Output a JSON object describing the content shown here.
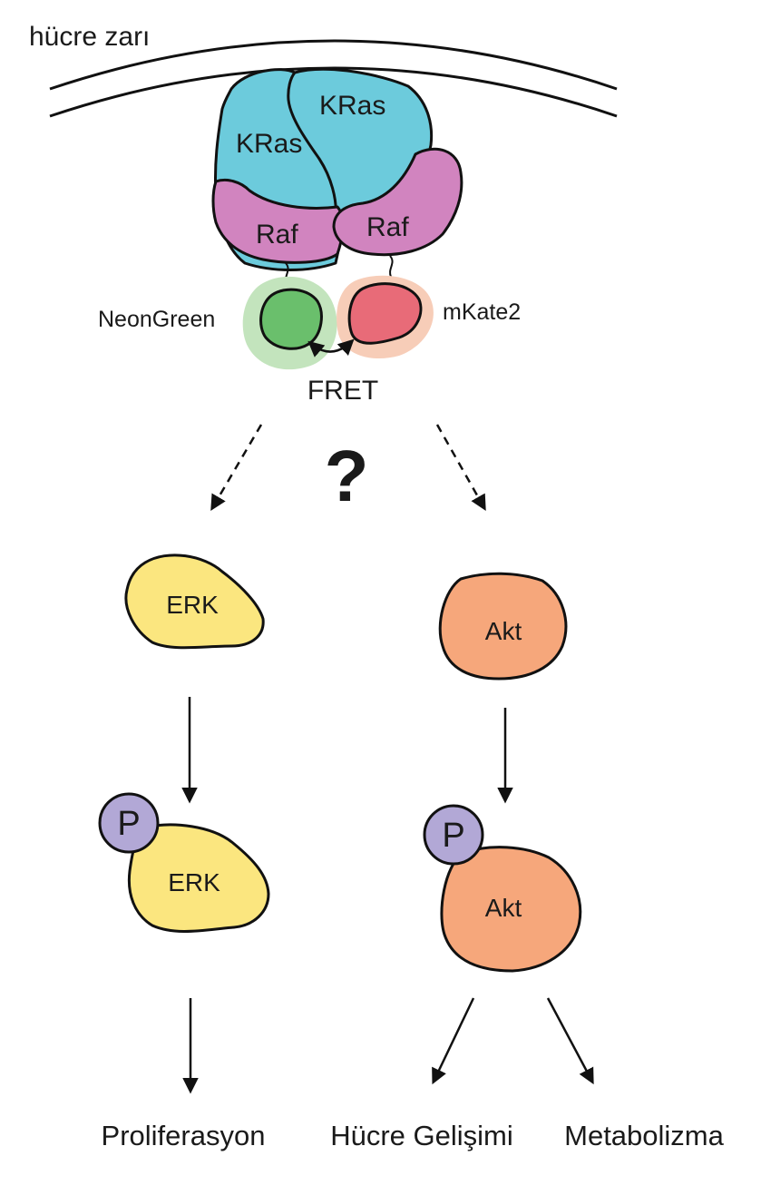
{
  "membrane": {
    "label": "hücre zarı"
  },
  "complex": {
    "kras_left": "KRas",
    "kras_right": "KRas",
    "raf_left": "Raf",
    "raf_right": "Raf"
  },
  "fluorophores": {
    "left": "NeonGreen",
    "right": "mKate2",
    "interaction": "FRET"
  },
  "question_mark": "?",
  "left_pathway": {
    "protein": "ERK",
    "phospho_protein": "ERK",
    "phosphate": "P",
    "outcome": "Proliferasyon"
  },
  "right_pathway": {
    "protein": "Akt",
    "phospho_protein": "Akt",
    "phosphate": "P",
    "outcomes": [
      "Hücre Gelişimi",
      "Metabolizma"
    ]
  },
  "colors": {
    "kras": "#6ccbdc",
    "raf": "#d184bf",
    "neongreen": "#6abf6c",
    "neongreen_glow": "#c3e4bd",
    "mkate2": "#e86b78",
    "mkate2_glow": "#f7cdb8",
    "erk": "#fbe67f",
    "akt": "#f6a77b",
    "phosphate": "#b2a8d6"
  }
}
